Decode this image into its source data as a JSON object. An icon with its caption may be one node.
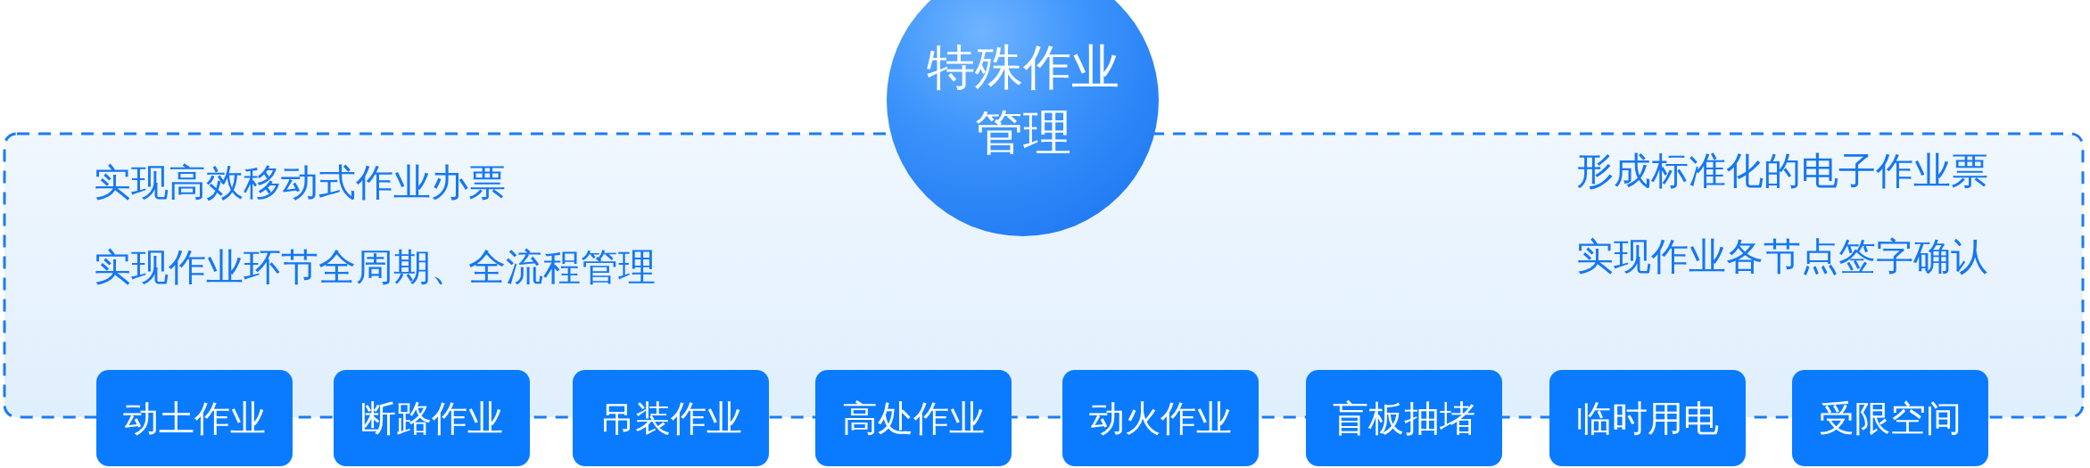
{
  "diagram": {
    "nodes": [
      {
        "text": [
          "实现高效移动式作业办票",
          "实现作业环节全周期、全流程管理",
          "形成标准化的电子作业票",
          "实现作业各节点签字确认"
        ]
      },
      {
        "text": [
          "特殊作业管理"
        ]
      },
      {
        "text": [
          "动土作业"
        ]
      },
      {
        "text": [
          "断路作业"
        ]
      },
      {
        "text": [
          "吊装作业"
        ]
      },
      {
        "text": [
          "高处作业"
        ]
      },
      {
        "text": [
          "动火作业"
        ]
      },
      {
        "text": [
          "盲板抽堵"
        ]
      },
      {
        "text": [
          "临时用电"
        ]
      },
      {
        "text": [
          "受限空间"
        ]
      }
    ]
  }
}
